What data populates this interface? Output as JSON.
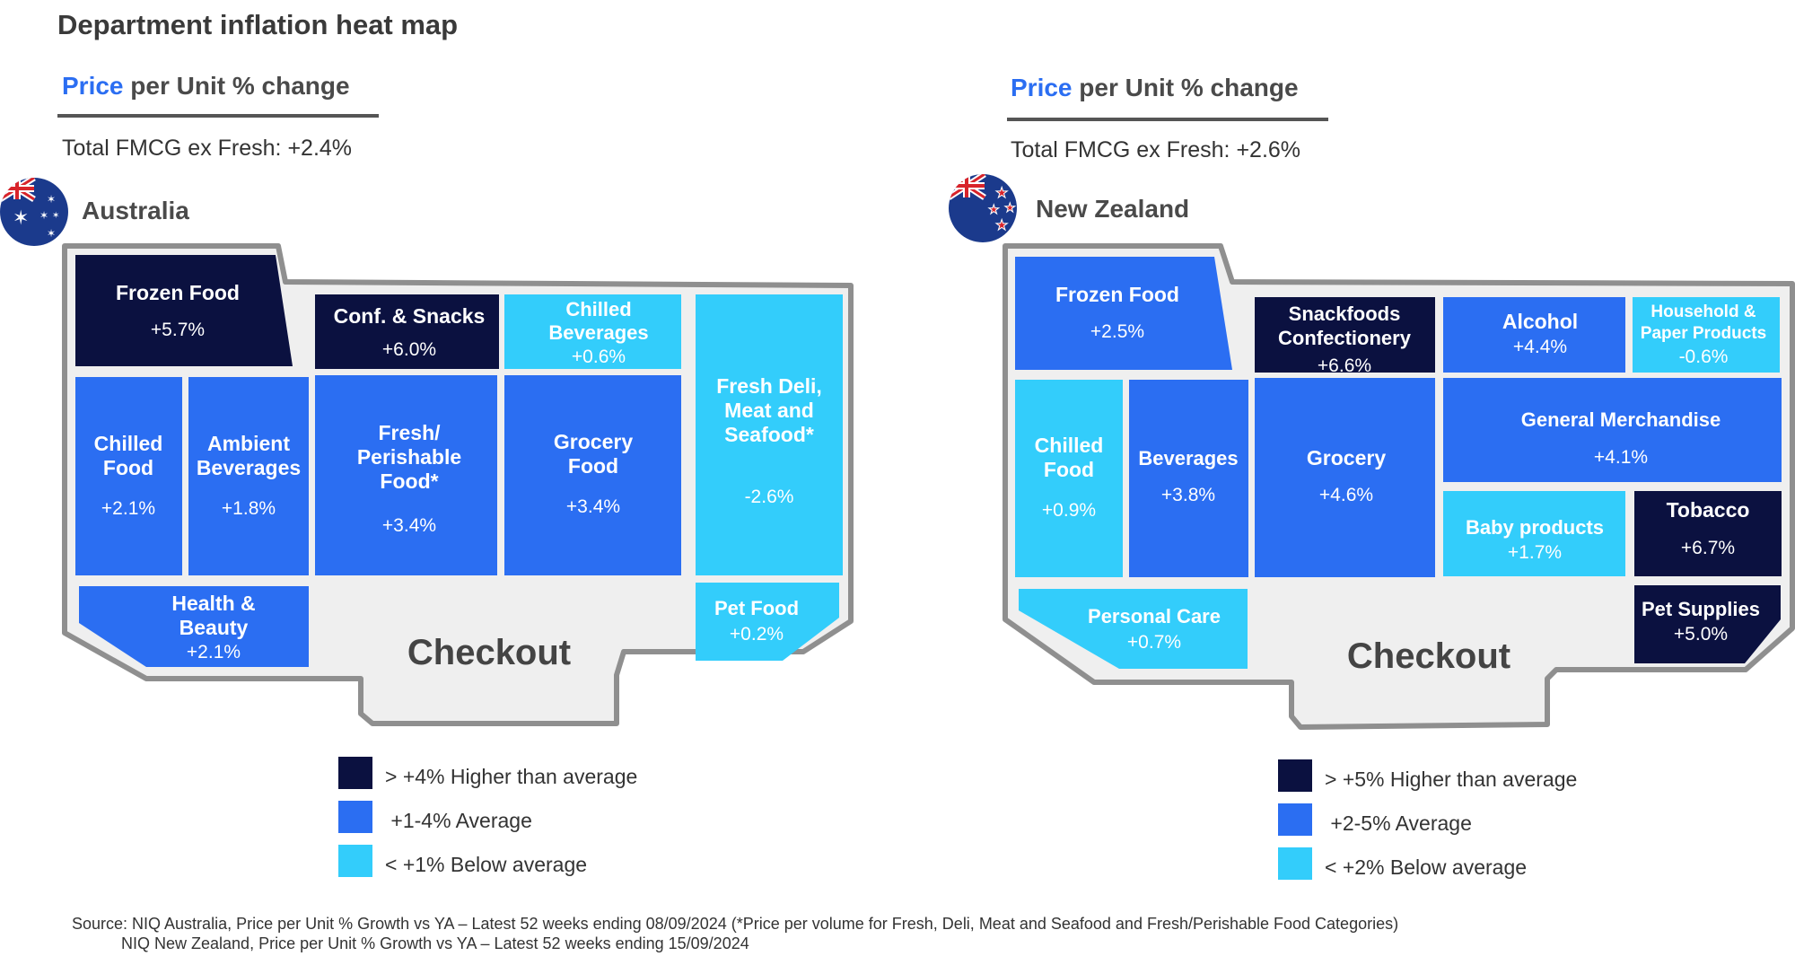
{
  "title": "Department inflation heat map",
  "colors": {
    "high": "#0b1140",
    "average": "#2b6ef2",
    "below": "#33cdfb",
    "floor": "#efefef",
    "outline": "#8f8f8f",
    "accent": "#2b6ef2"
  },
  "australia": {
    "price_accent": "Price",
    "price_rest": " per Unit % change",
    "total": "Total FMCG ex Fresh: +2.4%",
    "country": "Australia",
    "flag_icon": "australia-flag-icon",
    "checkout": "Checkout",
    "cells": [
      {
        "id": "frozen-food",
        "lines": [
          "Frozen Food"
        ],
        "value": "+5.7%",
        "level": "high"
      },
      {
        "id": "conf-snacks",
        "lines": [
          "Conf. & Snacks"
        ],
        "value": "+6.0%",
        "level": "high"
      },
      {
        "id": "chilled-beverages",
        "lines": [
          "Chilled",
          "Beverages"
        ],
        "value": "+0.6%",
        "level": "below"
      },
      {
        "id": "fresh-deli",
        "lines": [
          "Fresh Deli,",
          "Meat and",
          "Seafood*"
        ],
        "value": "-2.6%",
        "level": "below"
      },
      {
        "id": "chilled-food",
        "lines": [
          "Chilled",
          "Food"
        ],
        "value": "+2.1%",
        "level": "average"
      },
      {
        "id": "ambient-beverages",
        "lines": [
          "Ambient",
          "Beverages"
        ],
        "value": "+1.8%",
        "level": "average"
      },
      {
        "id": "fresh-perishable",
        "lines": [
          "Fresh/",
          "Perishable",
          "Food*"
        ],
        "value": "+3.4%",
        "level": "average"
      },
      {
        "id": "grocery-food",
        "lines": [
          "Grocery",
          "Food"
        ],
        "value": "+3.4%",
        "level": "average"
      },
      {
        "id": "health-beauty",
        "lines": [
          "Health &",
          "Beauty"
        ],
        "value": "+2.1%",
        "level": "average"
      },
      {
        "id": "pet-food",
        "lines": [
          "Pet Food"
        ],
        "value": "+0.2%",
        "level": "below"
      }
    ],
    "legend": [
      {
        "level": "high",
        "label": "> +4% Higher than average"
      },
      {
        "level": "average",
        "label": " +1-4% Average"
      },
      {
        "level": "below",
        "label": "< +1% Below average"
      }
    ]
  },
  "new_zealand": {
    "price_accent": "Price",
    "price_rest": " per Unit % change",
    "total": "Total FMCG ex Fresh: +2.6%",
    "country": "New Zealand",
    "flag_icon": "new-zealand-flag-icon",
    "checkout": "Checkout",
    "cells": [
      {
        "id": "frozen-food",
        "lines": [
          "Frozen Food"
        ],
        "value": "+2.5%",
        "level": "average"
      },
      {
        "id": "snackfoods-confectionery",
        "lines": [
          "Snackfoods",
          "Confectionery"
        ],
        "value": "+6.6%",
        "level": "high"
      },
      {
        "id": "alcohol",
        "lines": [
          "Alcohol"
        ],
        "value": "+4.4%",
        "level": "average"
      },
      {
        "id": "household-paper",
        "lines": [
          "Household &",
          "Paper Products"
        ],
        "value": "-0.6%",
        "level": "below"
      },
      {
        "id": "chilled-food",
        "lines": [
          "Chilled",
          "Food"
        ],
        "value": "+0.9%",
        "level": "below"
      },
      {
        "id": "beverages",
        "lines": [
          "Beverages"
        ],
        "value": "+3.8%",
        "level": "average"
      },
      {
        "id": "grocery",
        "lines": [
          "Grocery"
        ],
        "value": "+4.6%",
        "level": "average"
      },
      {
        "id": "general-merchandise",
        "lines": [
          "General Merchandise"
        ],
        "value": "+4.1%",
        "level": "average"
      },
      {
        "id": "baby-products",
        "lines": [
          "Baby products"
        ],
        "value": "+1.7%",
        "level": "below"
      },
      {
        "id": "tobacco",
        "lines": [
          "Tobacco"
        ],
        "value": "+6.7%",
        "level": "high"
      },
      {
        "id": "personal-care",
        "lines": [
          "Personal Care"
        ],
        "value": "+0.7%",
        "level": "below"
      },
      {
        "id": "pet-supplies",
        "lines": [
          "Pet Supplies"
        ],
        "value": "+5.0%",
        "level": "high"
      }
    ],
    "legend": [
      {
        "level": "high",
        "label": "> +5% Higher than average"
      },
      {
        "level": "average",
        "label": " +2-5% Average"
      },
      {
        "level": "below",
        "label": "< +2% Below average"
      }
    ]
  },
  "source": {
    "line1": "Source: NIQ Australia, Price per Unit % Growth vs YA – Latest 52 weeks ending 08/09/2024 (*Price per volume for Fresh, Deli, Meat and Seafood and Fresh/Perishable Food Categories)",
    "line2": "           NIQ New Zealand, Price per Unit % Growth vs YA – Latest 52 weeks ending 15/09/2024"
  }
}
